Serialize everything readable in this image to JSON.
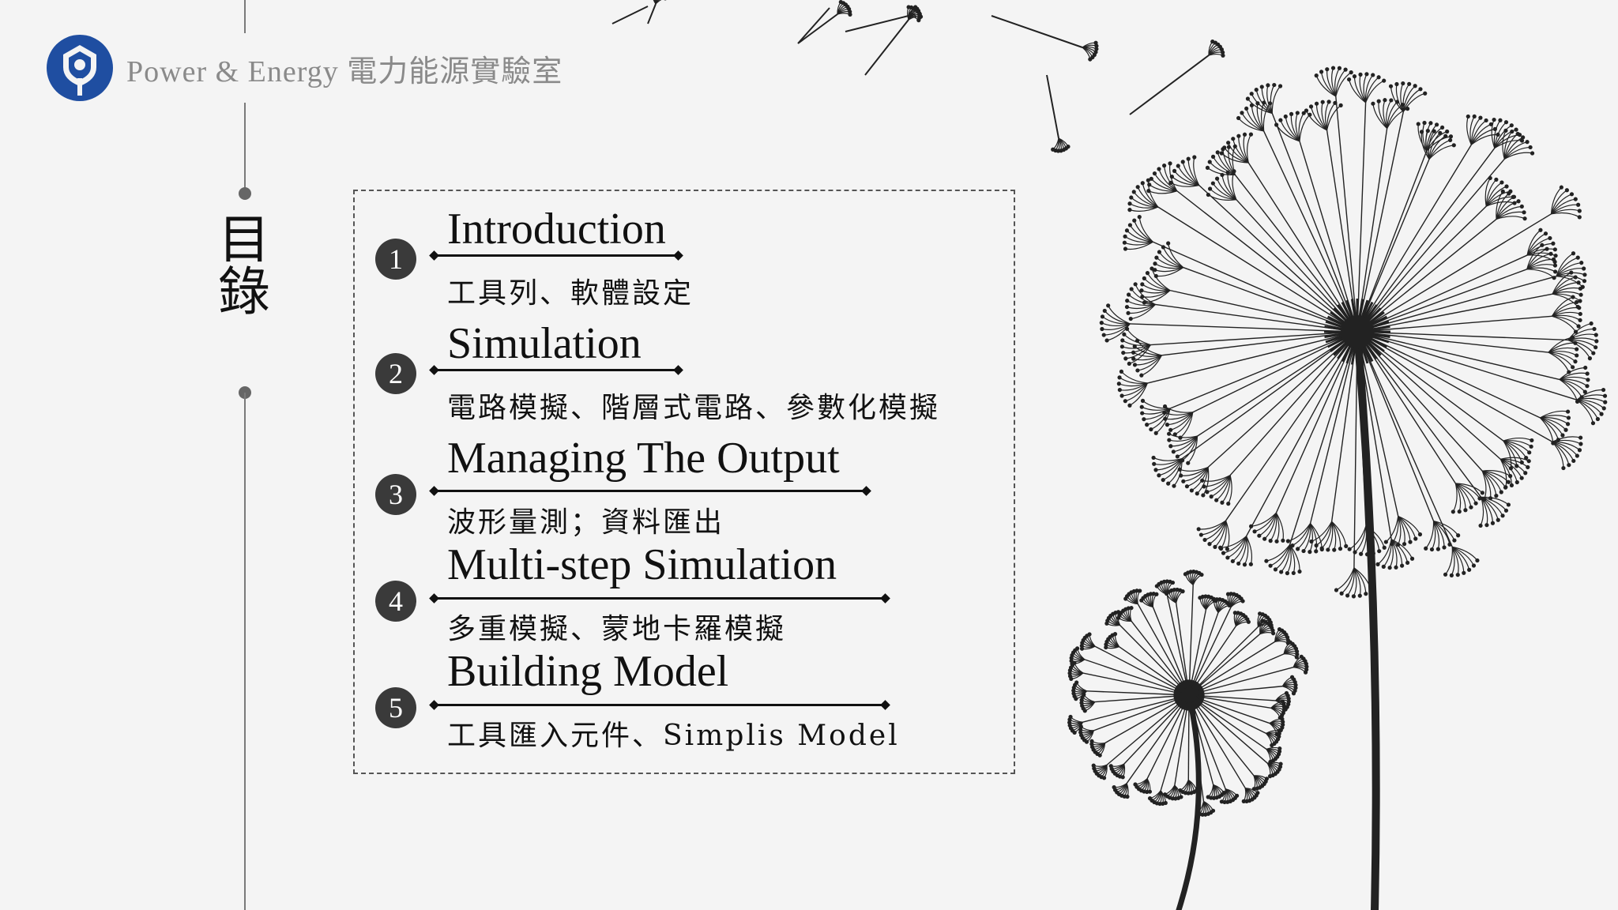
{
  "header": {
    "lab_name": "Power & Energy 電力能源實驗室",
    "logo_color": "#1f4ea1"
  },
  "toc": {
    "title": "目錄",
    "items": [
      {
        "number": "1",
        "title": "Introduction",
        "subtitle": "工具列、軟體設定"
      },
      {
        "number": "2",
        "title": "Simulation",
        "subtitle": "電路模擬、階層式電路、參數化模擬"
      },
      {
        "number": "3",
        "title": "Managing The Output",
        "subtitle": "波形量測；資料匯出"
      },
      {
        "number": "4",
        "title": "Multi-step Simulation",
        "subtitle": "多重模擬、蒙地卡羅模擬"
      },
      {
        "number": "5",
        "title": "Building Model",
        "subtitle": "工具匯入元件、Simplis Model"
      }
    ]
  },
  "decoration": {
    "illustration": "dandelion-icon",
    "ink_color": "#222222"
  }
}
